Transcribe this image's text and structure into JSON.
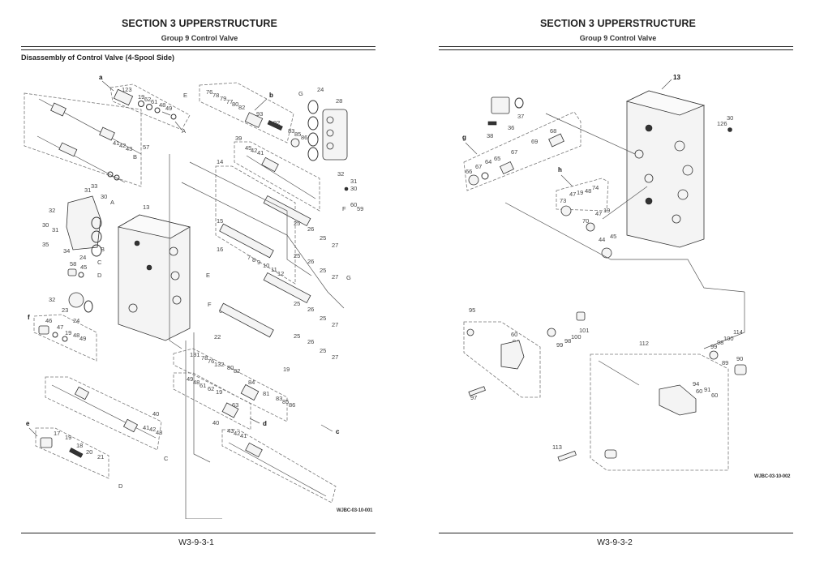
{
  "pages": [
    {
      "header": {
        "section_title": "SECTION 3 UPPERSTRUCTURE",
        "group_title": "Group 9 Control Valve"
      },
      "section_heading": "Disassembly of Control Valve (4-Spool Side)",
      "figure": {
        "code": "WJBC-03-10-001",
        "callouts": [
          "a",
          "b",
          "c",
          "d",
          "e",
          "f"
        ],
        "connection_letters": [
          "A",
          "B",
          "C",
          "D",
          "E",
          "F",
          "G"
        ],
        "part_numbers": {
          "assembly_a": [
            "123",
            "19",
            "62",
            "61",
            "48",
            "49"
          ],
          "assembly_b": [
            "76",
            "78",
            "79",
            "77",
            "80",
            "82",
            "93",
            "92",
            "83",
            "85",
            "86"
          ],
          "top_left_group": [
            "41",
            "42",
            "43",
            "57"
          ],
          "cover_plate": [
            "24",
            "28",
            "32",
            "31",
            "30"
          ],
          "assembly_39": [
            "39",
            "45",
            "42",
            "41"
          ],
          "spool_groups": [
            "14",
            "15",
            "16",
            "6",
            "22"
          ],
          "spool_parts": [
            "25",
            "26",
            "27",
            "7",
            "8",
            "9",
            "10",
            "11",
            "12"
          ],
          "side_cover": [
            "31",
            "33",
            "30",
            "32",
            "34",
            "35",
            "24"
          ],
          "housing": "13",
          "plug_58": [
            "58",
            "45"
          ],
          "flange_23": [
            "32",
            "23",
            "24"
          ],
          "assembly_f": [
            "46",
            "47",
            "19",
            "48",
            "49"
          ],
          "port_F": [
            "60",
            "59"
          ],
          "assembly_c": [
            "131",
            "78",
            "76",
            "132",
            "80",
            "82",
            "84",
            "81",
            "83",
            "85",
            "86",
            "19"
          ],
          "assembly_d": [
            "49",
            "48",
            "61",
            "62",
            "19",
            "63"
          ],
          "assembly_40_lower": [
            "40",
            "43",
            "42",
            "41"
          ],
          "assembly_40_upper": [
            "40",
            "41",
            "42",
            "43"
          ],
          "assembly_e": [
            "17",
            "19",
            "18",
            "20",
            "21"
          ]
        }
      },
      "footer": {
        "page_number": "W3-9-3-1"
      }
    },
    {
      "header": {
        "section_title": "SECTION 3 UPPERSTRUCTURE",
        "group_title": "Group 9 Control Valve"
      },
      "figure": {
        "code": "WJBC-03-10-002",
        "callouts": [
          "g",
          "h",
          "13"
        ],
        "part_numbers": {
          "cover": [
            "36",
            "37",
            "38"
          ],
          "assembly_g": [
            "66",
            "67",
            "64",
            "65",
            "67",
            "69",
            "68"
          ],
          "assembly_h": [
            "73",
            "47",
            "19",
            "48",
            "74"
          ],
          "plug_70": [
            "70",
            "47",
            "19"
          ],
          "plug_44": [
            "44",
            "45"
          ],
          "housing_side": [
            "126",
            "30"
          ],
          "assembly_95": [
            "95",
            "60",
            "94",
            "97"
          ],
          "relief_left": [
            "99",
            "98",
            "100",
            "101"
          ],
          "assembly_112": [
            "112",
            "94",
            "60",
            "91",
            "60",
            "113"
          ],
          "relief_right": [
            "99",
            "98",
            "100",
            "114",
            "89",
            "90"
          ]
        }
      },
      "footer": {
        "page_number": "W3-9-3-2"
      }
    }
  ]
}
